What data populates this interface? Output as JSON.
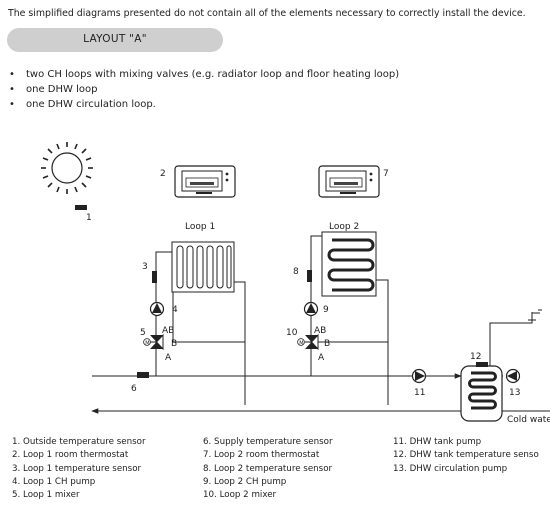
{
  "disclaimer": "The simplified diagrams presented do not contain all of the elements necessary to correctly install the device.",
  "layout_title": "LAYOUT \"A\"",
  "bullets": [
    "two CH loops with mixing valves (e.g. radiator loop and floor heating loop)",
    "one DHW loop",
    "one DHW circulation loop."
  ],
  "diagram": {
    "loop1_label": "Loop 1",
    "loop2_label": "Loop 2",
    "cold_water_label": "Cold wate",
    "numbers": [
      "1",
      "2",
      "3",
      "4",
      "5",
      "6",
      "7",
      "8",
      "9",
      "10",
      "11",
      "12",
      "13"
    ],
    "valve_ports": {
      "ab": "AB",
      "a": "A",
      "b": "B",
      "motor": "M"
    }
  },
  "legend": {
    "col1": [
      "1. Outside temperature sensor",
      "2. Loop 1 room thermostat",
      "3. Loop 1 temperature sensor",
      "4. Loop 1 CH pump",
      "5. Loop 1 mixer"
    ],
    "col2": [
      "6. Supply temperature sensor",
      "7. Loop 2 room thermostat",
      "8. Loop 2 temperature sensor",
      "9. Loop 2 CH pump",
      "10. Loop 2 mixer"
    ],
    "col3": [
      "11. DHW tank pump",
      "12. DHW tank temperature senso",
      "13. DHW circulation pump"
    ]
  }
}
